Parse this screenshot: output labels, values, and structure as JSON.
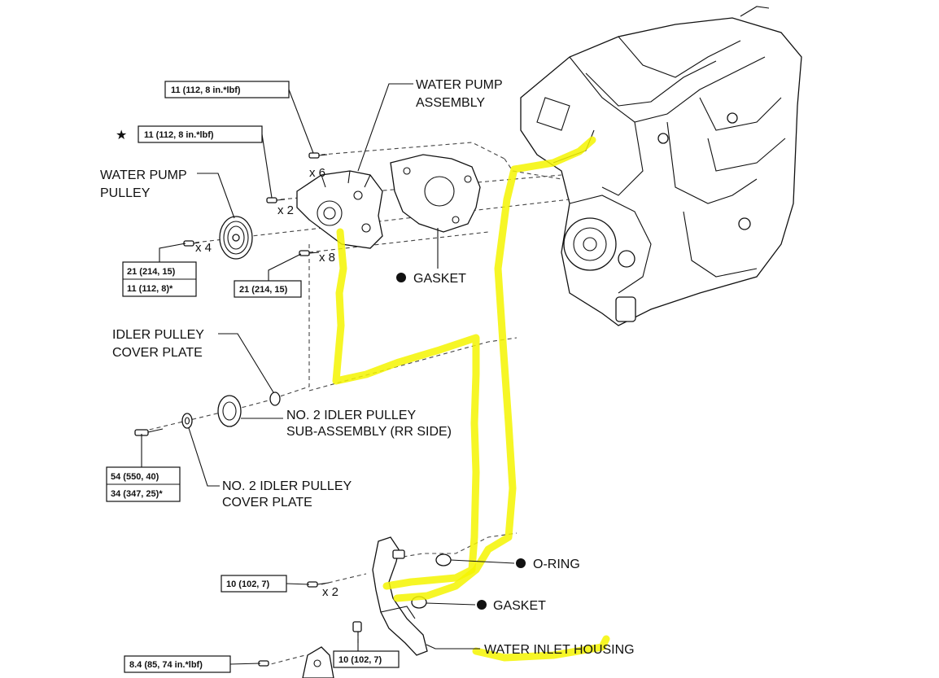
{
  "labels": {
    "water_pump_assembly": [
      "WATER PUMP",
      "ASSEMBLY"
    ],
    "water_pump_pulley": [
      "WATER PUMP",
      "PULLEY"
    ],
    "gasket_upper": "GASKET",
    "idler_cover_plate_top": [
      "IDLER PULLEY",
      "COVER PLATE"
    ],
    "no2_idler_subassy": [
      "NO. 2 IDLER PULLEY",
      "SUB-ASSEMBLY (RR SIDE)"
    ],
    "no2_idler_cover_plate": [
      "NO. 2 IDLER PULLEY",
      "COVER PLATE"
    ],
    "o_ring": "O-RING",
    "gasket_lower": "GASKET",
    "water_inlet_housing": "WATER INLET HOUSING"
  },
  "torque": {
    "t1": "11 (112, 8 in.*lbf)",
    "t2": "11 (112, 8 in.*lbf)",
    "t3a": "21 (214, 15)",
    "t3b": "11 (112, 8)*",
    "t4": "21 (214, 15)",
    "t5a": "54 (550, 40)",
    "t5b": "34 (347, 25)*",
    "t6": "10 (102, 7)",
    "t7": "10 (102, 7)",
    "t8": "8.4 (85, 74 in.*lbf)"
  },
  "quantities": {
    "q6": "x 6",
    "q2a": "x 2",
    "q4": "x 4",
    "q8": "x 8",
    "q2b": "x 2"
  },
  "symbols": {
    "star": "★",
    "dot": "●"
  },
  "highlight_color": "#f4f400"
}
